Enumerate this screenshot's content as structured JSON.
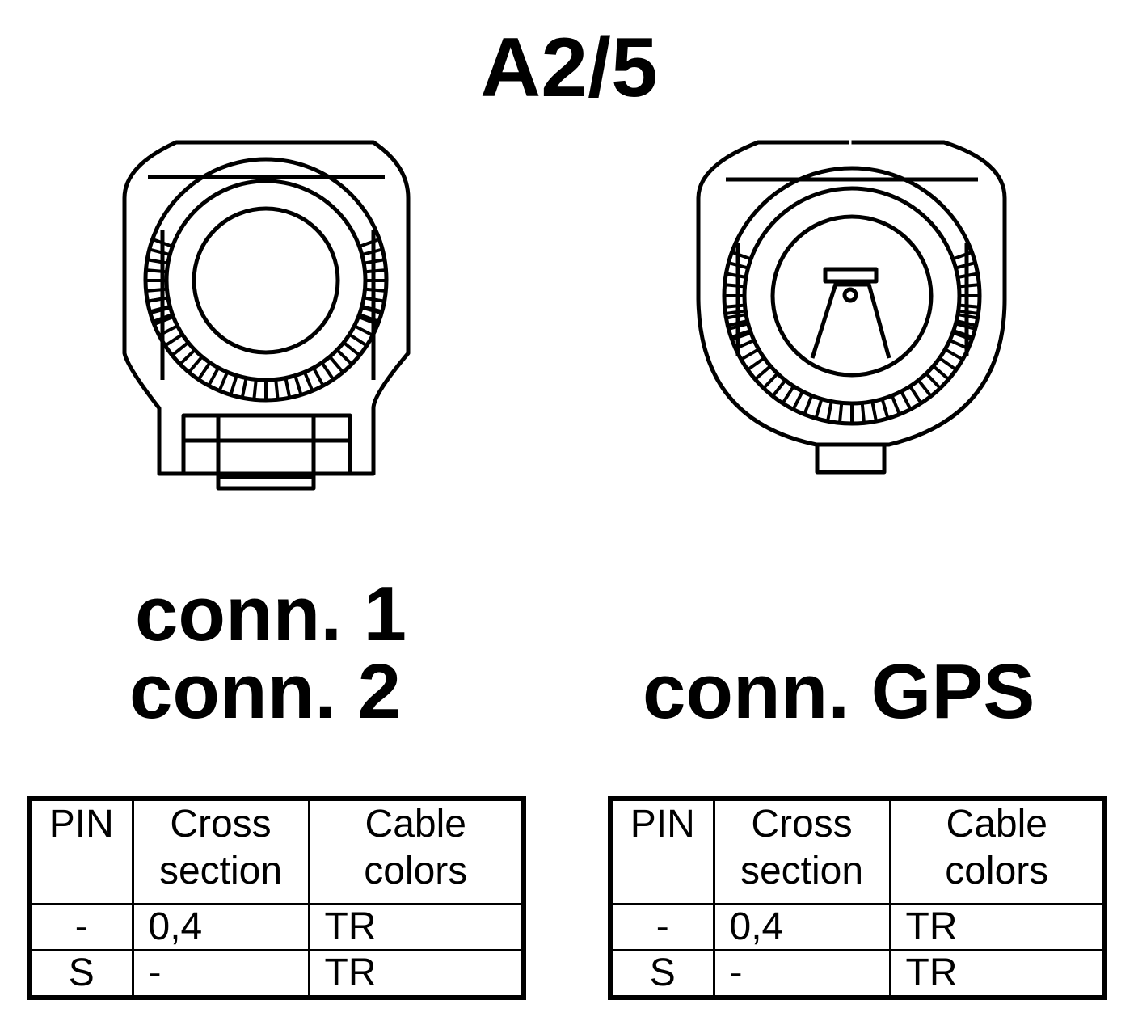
{
  "title": "A2/5",
  "connectors": {
    "left": {
      "labels": [
        "conn. 1",
        "conn. 2"
      ],
      "icon": "connector-socket-icon"
    },
    "right": {
      "labels": [
        "conn. GPS"
      ],
      "icon": "gps-connector-icon"
    }
  },
  "tables": [
    {
      "headers": {
        "pin": "PIN",
        "cross_1": "Cross",
        "cross_2": "section",
        "cable_1": "Cable",
        "cable_2": "colors"
      },
      "rows": [
        {
          "pin": "-",
          "cross": "0,4",
          "color": "TR"
        },
        {
          "pin": "S",
          "cross": "-",
          "color": "TR"
        }
      ]
    },
    {
      "headers": {
        "pin": "PIN",
        "cross_1": "Cross",
        "cross_2": "section",
        "cable_1": "Cable",
        "cable_2": "colors"
      },
      "rows": [
        {
          "pin": "-",
          "cross": "0,4",
          "color": "TR"
        },
        {
          "pin": "S",
          "cross": "-",
          "color": "TR"
        }
      ]
    }
  ]
}
